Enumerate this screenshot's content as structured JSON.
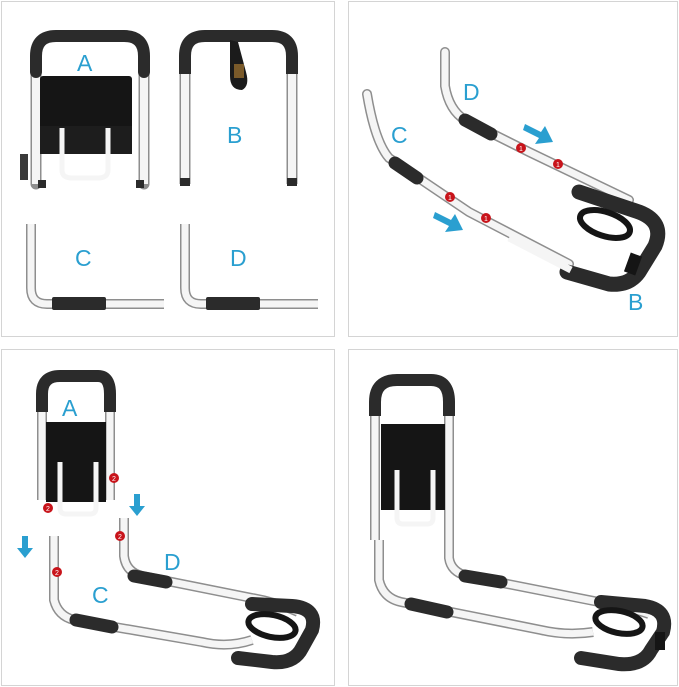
{
  "colors": {
    "label": "#2a9fd0",
    "arrow": "#2a9fd0",
    "badge": "#c8141b",
    "tube": "#f4f4f4",
    "tube_outline": "#9a9a9a",
    "grip": "#2b2b2b",
    "fabric": "#141414"
  },
  "panel1": {
    "label_a": "A",
    "label_b": "B",
    "label_c": "C",
    "label_d": "D"
  },
  "panel2": {
    "label_c": "C",
    "label_d": "D",
    "label_b": "B",
    "badge": "1"
  },
  "panel3": {
    "label_a": "A",
    "label_c": "C",
    "label_d": "D",
    "badge": "2"
  },
  "icons": [
    "down-arrow-icon",
    "diagonal-arrow-icon",
    "numbered-badge-icon"
  ]
}
